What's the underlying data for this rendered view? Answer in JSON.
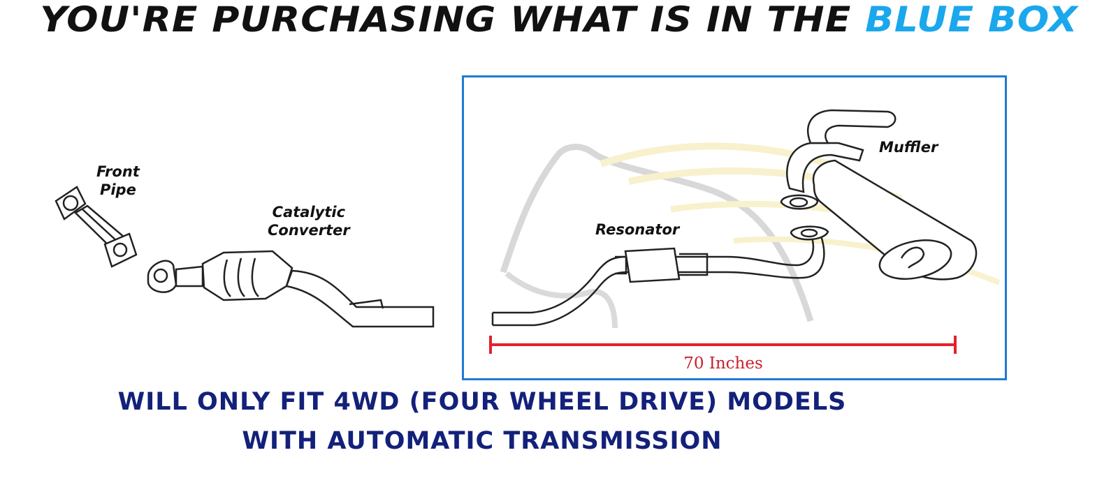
{
  "headline": {
    "prefix": "YOU'RE PURCHASING WHAT IS IN THE ",
    "highlight": "BLUE BOX"
  },
  "labels": {
    "front_pipe": [
      "Front",
      "Pipe"
    ],
    "catalytic_converter": [
      "Catalytic",
      "Converter"
    ],
    "resonator": "Resonator",
    "muffler": "Muffler"
  },
  "measurement": {
    "value": 70,
    "unit": "Inches",
    "text": "70 Inches"
  },
  "notice": {
    "line1": "WILL ONLY FIT 4WD (FOUR WHEEL DRIVE) MODELS",
    "line2": "WITH AUTOMATIC TRANSMISSION"
  },
  "colors": {
    "headline_text": "#111111",
    "headline_accent": "#1aa7ec",
    "box_border": "#1f7ad6",
    "measure_line": "#e3212b",
    "notice_text": "#13217a"
  }
}
